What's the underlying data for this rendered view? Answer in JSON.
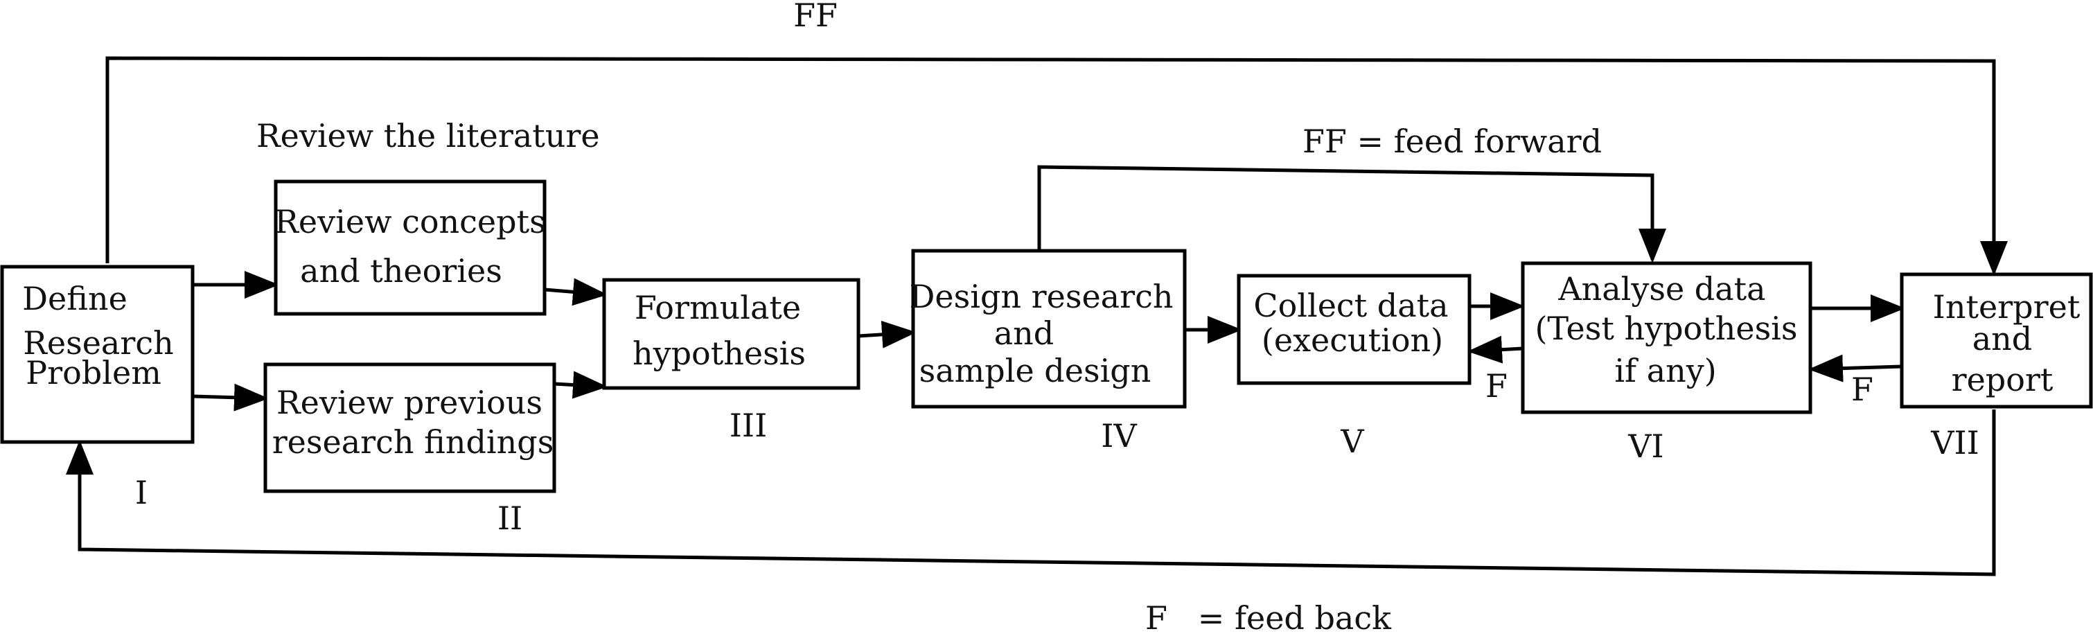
{
  "boxes": {
    "define": {
      "lines": [
        "Define",
        "Research",
        "Problem"
      ],
      "numeral": "I"
    },
    "concepts": {
      "lines": [
        "Review concepts",
        "and theories"
      ]
    },
    "findings": {
      "lines": [
        "Review previous",
        "research findings"
      ],
      "numeral": "II"
    },
    "hypothesis": {
      "lines": [
        "Formulate",
        "hypothesis"
      ],
      "numeral": "III"
    },
    "design": {
      "lines": [
        "Design research",
        "and",
        "sample design"
      ],
      "numeral": "IV"
    },
    "collect": {
      "lines": [
        "Collect data",
        "(execution)"
      ],
      "numeral": "V"
    },
    "analyse": {
      "lines": [
        "Analyse data",
        "(Test hypothesis",
        "if any)"
      ],
      "numeral": "VI"
    },
    "interpret": {
      "lines": [
        "Interpret",
        "and",
        "report"
      ],
      "numeral": "VII"
    }
  },
  "labels": {
    "review_literature": "Review the literature",
    "ff_top": "FF",
    "ff_legend": "FF = feed forward",
    "f_collect": "F",
    "f_analyse": "F",
    "f_legend": "F   = feed back"
  },
  "colors": {
    "stroke": "#000000",
    "text": "#111111",
    "background": "#ffffff"
  }
}
